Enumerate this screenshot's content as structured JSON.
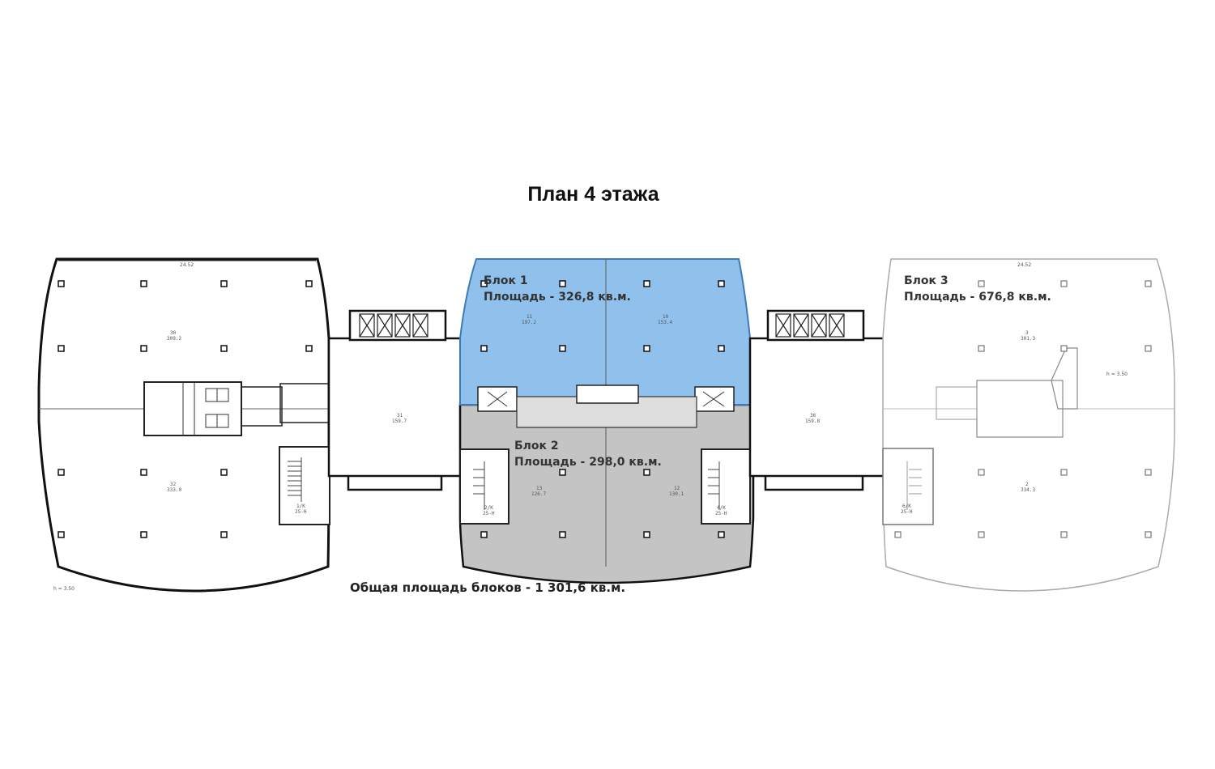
{
  "title": "План 4 этажа",
  "blocks": [
    {
      "name": "Блок 1",
      "area": "Площадь - 326,8 кв.м.",
      "color": "#8fc1ec"
    },
    {
      "name": "Блок 2",
      "area": "Площадь - 298,0 кв.м.",
      "color": "#c4c4c4"
    },
    {
      "name": "Блок 3",
      "area": "Площадь - 676,8 кв.м.",
      "color": "#ffffff"
    }
  ],
  "total": "Общая площадь блоков - 1 301,6 кв.м.",
  "rooms": [
    {
      "num": "30",
      "area": "309.2"
    },
    {
      "num": "31",
      "area": "159.7"
    },
    {
      "num": "32",
      "area": "333.0"
    },
    {
      "num": "1/K",
      "area": "25-Н"
    },
    {
      "num": "11",
      "area": "197.2"
    },
    {
      "num": "10",
      "area": "153.4"
    },
    {
      "num": "13",
      "area": "126.7"
    },
    {
      "num": "12",
      "area": "130.1"
    },
    {
      "num": "2/K",
      "area": "25-Н"
    },
    {
      "num": "4/K",
      "area": "25-Н"
    },
    {
      "num": "36",
      "area": "159.8"
    },
    {
      "num": "3",
      "area": "301.3"
    },
    {
      "num": "2",
      "area": "334.3"
    },
    {
      "num": "6/K",
      "area": "25-Н"
    }
  ],
  "dims": {
    "top_width": "24.52",
    "height_left": "h = 3.50",
    "height_right": "h = 3.50"
  }
}
